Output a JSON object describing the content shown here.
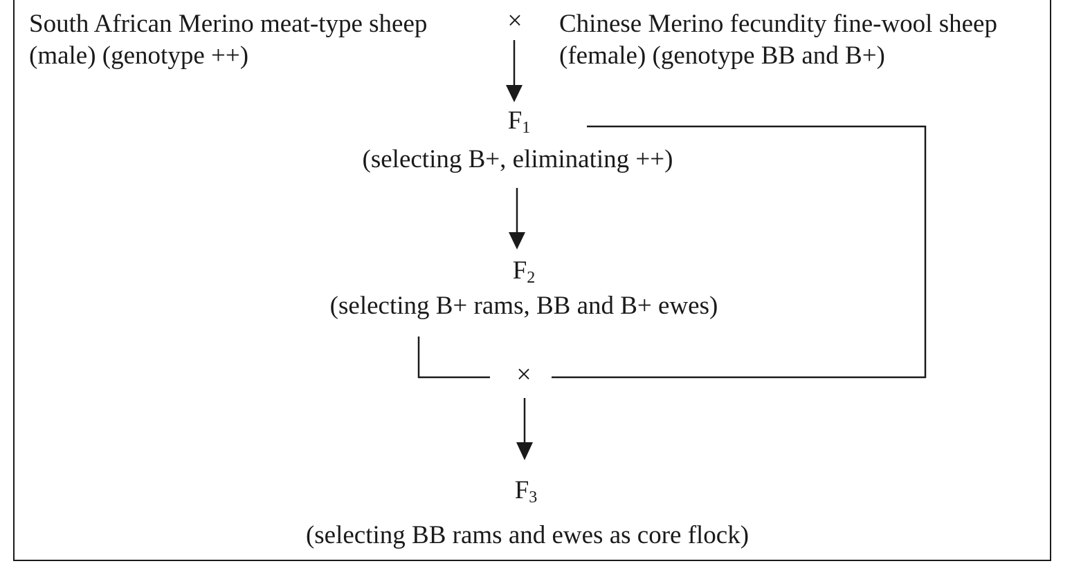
{
  "parents": {
    "male": {
      "line1": "South African Merino meat-type sheep",
      "line2": "(male) (genotype ++)"
    },
    "cross_symbol": "×",
    "female": {
      "line1": "Chinese Merino fecundity fine-wool sheep",
      "line2": "(female) (genotype BB and B+)"
    }
  },
  "generations": [
    {
      "letter": "F",
      "index": "1",
      "selection": "(selecting B+, eliminating ++)"
    },
    {
      "letter": "F",
      "index": "2",
      "selection": "(selecting B+ rams, BB and B+ ewes)"
    },
    {
      "letter": "F",
      "index": "3",
      "selection": "(selecting BB rams and ewes as core flock)"
    }
  ],
  "second_cross_symbol": "×"
}
